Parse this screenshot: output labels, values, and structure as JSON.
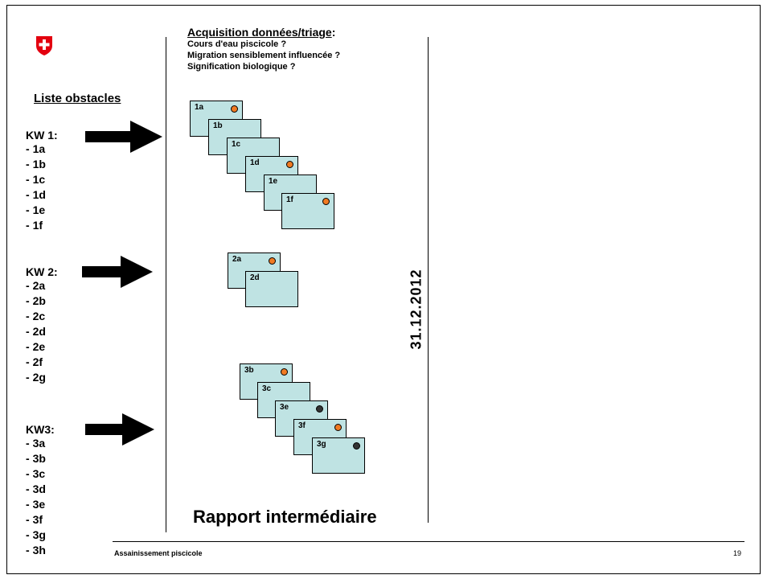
{
  "colors": {
    "card_fill": "#bfe3e3",
    "dot_orange": "#f07a22",
    "dot_dark": "#333333",
    "logo_red": "#e3000f"
  },
  "logo_icon": "swiss-cross-icon",
  "heading": "Liste obstacles",
  "groups": [
    {
      "title": "KW 1:",
      "items": [
        "1a",
        "1b",
        "1c",
        "1d",
        "1e",
        "1f"
      ]
    },
    {
      "title": "KW 2:",
      "items": [
        "2a",
        "2b",
        "2c",
        "2d",
        "2e",
        "2f",
        "2g"
      ]
    },
    {
      "title": "KW3:",
      "items": [
        "3a",
        "3b",
        "3c",
        "3d",
        "3e",
        "3f",
        "3g",
        "3h"
      ]
    }
  ],
  "acquisition": {
    "title": "Acquisition données/triage",
    "colon": ":",
    "questions": [
      "Cours d'eau piscicole ?",
      "Migration sensiblement influencée ?",
      "Signification biologique ?"
    ]
  },
  "cards": [
    {
      "label": "1a",
      "dot": "orange"
    },
    {
      "label": "1b",
      "dot": "none"
    },
    {
      "label": "1c",
      "dot": "none"
    },
    {
      "label": "1d",
      "dot": "orange"
    },
    {
      "label": "1e",
      "dot": "none"
    },
    {
      "label": "1f",
      "dot": "orange"
    },
    {
      "label": "2a",
      "dot": "orange"
    },
    {
      "label": "2d",
      "dot": "none"
    },
    {
      "label": "3b",
      "dot": "orange"
    },
    {
      "label": "3c",
      "dot": "none"
    },
    {
      "label": "3e",
      "dot": "dark"
    },
    {
      "label": "3f",
      "dot": "orange"
    },
    {
      "label": "3g",
      "dot": "dark"
    }
  ],
  "date": "31.12.2012",
  "rapport": "Rapport intermédiaire",
  "footer": {
    "text": "Assainissement piscicole",
    "page": "19"
  }
}
